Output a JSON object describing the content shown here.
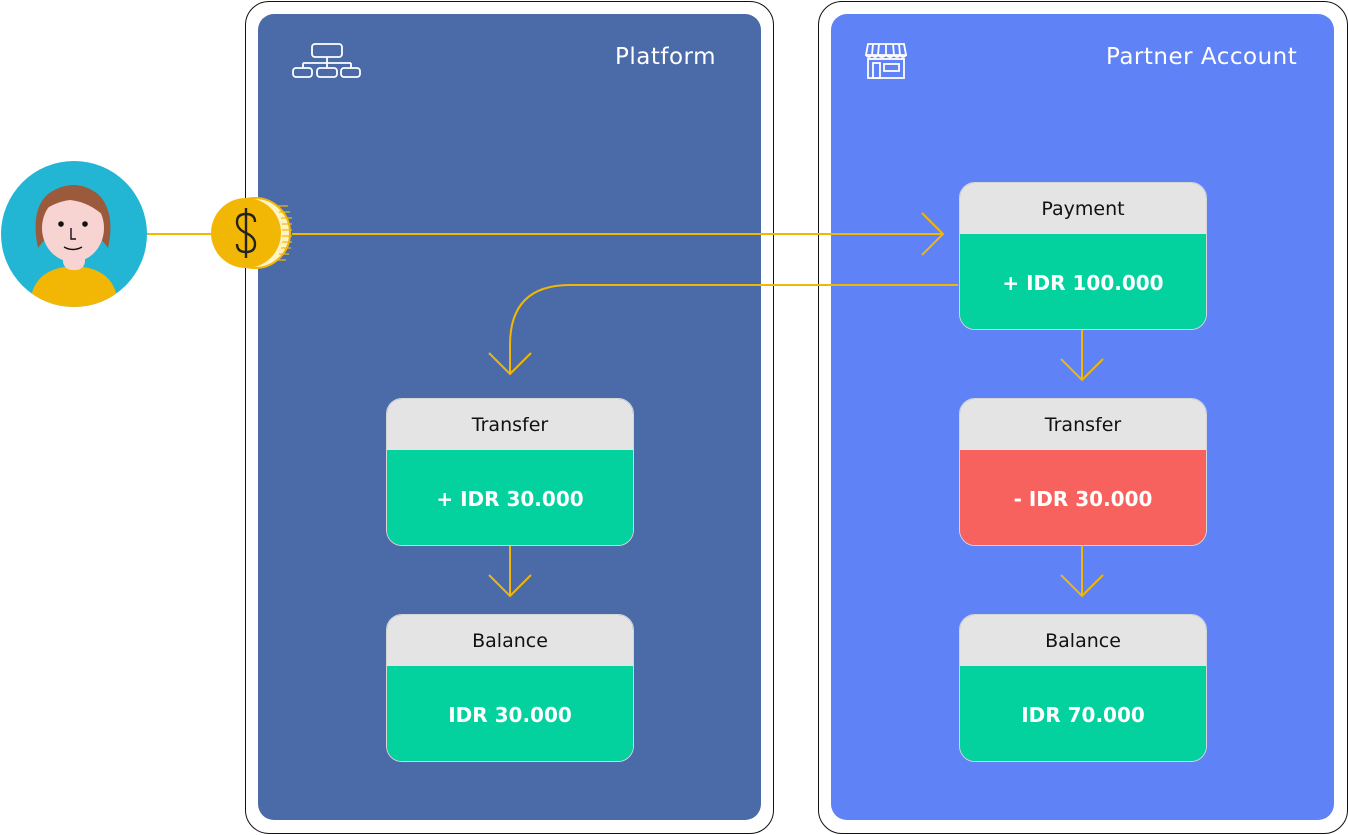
{
  "platform": {
    "title": "Platform",
    "icon": "hierarchy-icon",
    "color": "#4b6aa8",
    "transfer": {
      "label": "Transfer",
      "amount": "+ IDR 30.000",
      "color": "#03d29f"
    },
    "balance": {
      "label": "Balance",
      "amount": "IDR 30.000",
      "color": "#03d29f"
    }
  },
  "partner": {
    "title": "Partner Account",
    "icon": "storefront-icon",
    "color": "#5f82f7",
    "payment": {
      "label": "Payment",
      "amount": "+ IDR 100.000",
      "color": "#03d29f"
    },
    "transfer": {
      "label": "Transfer",
      "amount": "- IDR 30.000",
      "color": "#f7625f"
    },
    "balance": {
      "label": "Balance",
      "amount": "IDR 70.000",
      "color": "#03d29f"
    }
  },
  "customer": {
    "icon": "customer-avatar-icon"
  },
  "coin": {
    "icon": "dollar-coin-icon",
    "color": "#f2b705"
  },
  "flow_color": "#f2b705"
}
